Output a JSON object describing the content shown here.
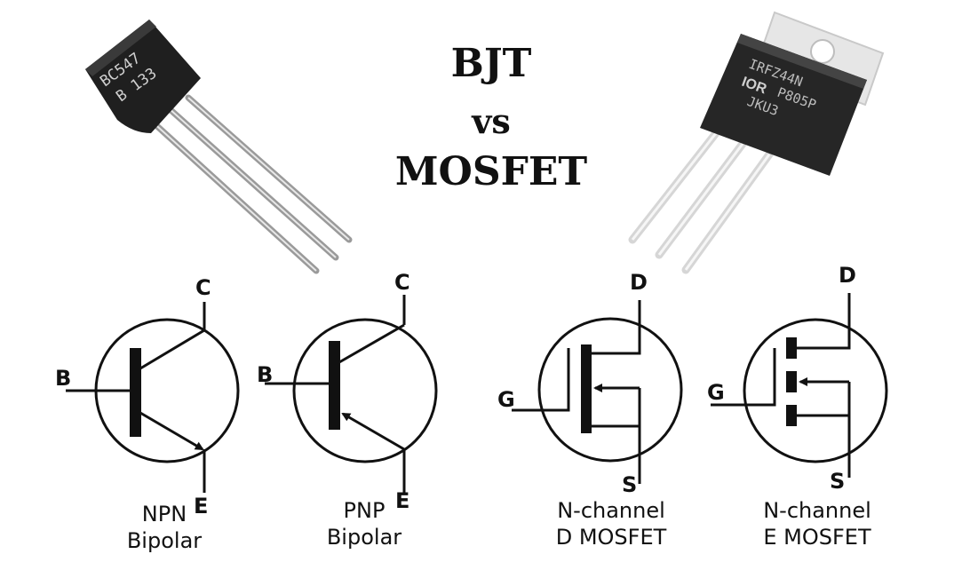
{
  "title": {
    "line1": "BJT",
    "line2": "vs",
    "line3": "MOSFET"
  },
  "bjt_package": {
    "marking_line1": "BC547",
    "marking_line2": "B 133"
  },
  "mosfet_package": {
    "marking_line1": "IRFZ44N",
    "marking_logo": "IOR",
    "marking_line2": "P805P",
    "marking_line3": "JKU3"
  },
  "symbols": [
    {
      "id": "npn",
      "pins": {
        "b": "B",
        "c": "C",
        "e": "E"
      },
      "caption_line1": "NPN",
      "caption_line2": "Bipolar"
    },
    {
      "id": "pnp",
      "pins": {
        "b": "B",
        "c": "C",
        "e": "E"
      },
      "caption_line1": "PNP",
      "caption_line2": "Bipolar"
    },
    {
      "id": "dmos",
      "pins": {
        "g": "G",
        "d": "D",
        "s": "S"
      },
      "caption_line1": "N-channel",
      "caption_line2": "D MOSFET"
    },
    {
      "id": "emos",
      "pins": {
        "g": "G",
        "d": "D",
        "s": "S"
      },
      "caption_line1": "N-channel",
      "caption_line2": "E MOSFET"
    }
  ],
  "colors": {
    "ink": "#111111",
    "package_body": "#222222",
    "lead": "#b8b8b8",
    "tab": "#e6e6e6"
  }
}
